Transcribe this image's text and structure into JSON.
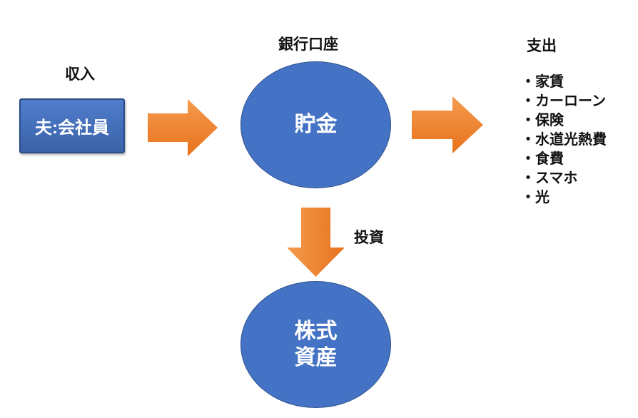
{
  "colors": {
    "shape_blue": "#4472C4",
    "shape_blue_border": "#2F528F",
    "box_gradient_top": "#4F7DCC",
    "box_gradient_bottom": "#3A62A8",
    "box_border": "#2C4C87",
    "arrow_orange_light": "#F49B4E",
    "arrow_orange_dark": "#E8721C",
    "text_dark": "#111111",
    "text_white": "#FFFFFF",
    "background": "#FFFFFF"
  },
  "nodes": {
    "income_label": "収入",
    "income_box": "夫:会社員",
    "bank_label": "銀行口座",
    "savings_circle": "貯金",
    "invest_label": "投資",
    "stock_circle_line1": "株式",
    "stock_circle_line2": "資産"
  },
  "expenses": {
    "header": "支出",
    "items": [
      "・家賃",
      "・カーローン",
      "・保険",
      "・水道光熱費",
      "・食費",
      "・スマホ",
      "・光"
    ]
  }
}
